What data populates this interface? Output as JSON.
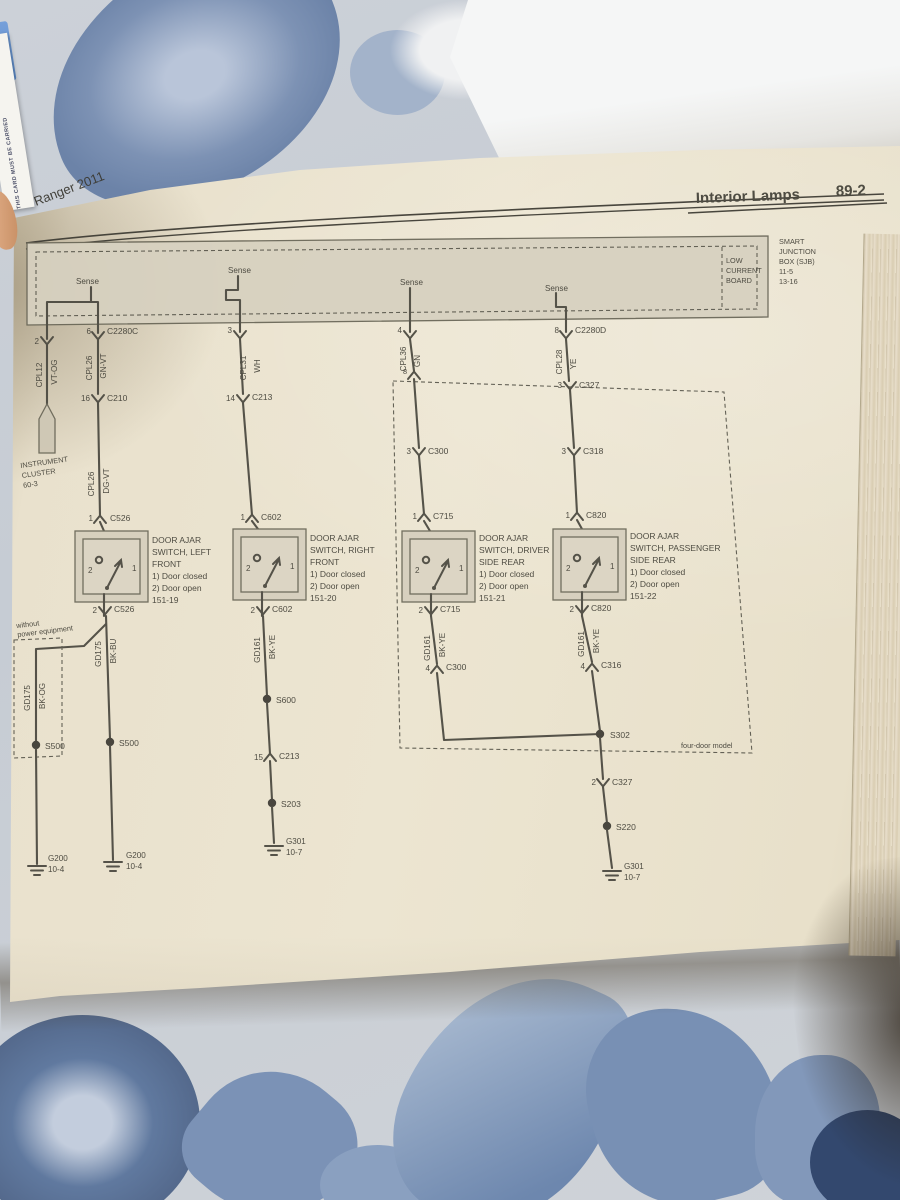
{
  "header": {
    "model": "Ranger 2011",
    "section": "Interior Lamps",
    "page_no": "89-2"
  },
  "side_card": {
    "text": "THIS CARD MUST BE CARRIED"
  },
  "sjb": {
    "outside": [
      "SMART",
      "JUNCTION",
      "BOX (SJB)",
      "11-5",
      "13-16"
    ],
    "board": [
      "LOW",
      "CURRENT",
      "BOARD"
    ],
    "sense": "Sense"
  },
  "notes": {
    "power": [
      "without",
      "power equipment"
    ],
    "four_door": "four-door model"
  },
  "c1": {
    "pin": "2",
    "wire": "CPL12",
    "color": "VT-OG",
    "component": [
      "INSTRUMENT",
      "CLUSTER",
      "60-3"
    ]
  },
  "c2": {
    "pin_out": "6",
    "conn_out": "C2280C",
    "w1": "CPL26",
    "w1c": "GN-VT",
    "p_c210": "16",
    "c210": "C210",
    "w2": "CPL26",
    "w2c": "DG-VT",
    "p_top": "1",
    "conn_top": "C526",
    "switch": [
      "DOOR AJAR",
      "SWITCH, LEFT",
      "FRONT",
      "1) Door closed",
      "2) Door open",
      "151-19"
    ],
    "term2": "2",
    "term1": "1",
    "p_bot": "2",
    "conn_bot": "C526",
    "w3": "GD175",
    "w3c": "BK-BU",
    "splice": "S500",
    "gnd": "G200",
    "gnd_page": "10-4",
    "bw": "GD175",
    "bwc": "BK-OG",
    "bsplice": "S500",
    "bgnd": "G200",
    "bgnd_page": "10-4"
  },
  "c3": {
    "pin_out": "3",
    "w1": "CPL31",
    "w1c": "WH",
    "p_c213": "14",
    "c213": "C213",
    "p_top": "1",
    "conn_top": "C602",
    "switch": [
      "DOOR AJAR",
      "SWITCH, RIGHT",
      "FRONT",
      "1) Door closed",
      "2) Door open",
      "151-20"
    ],
    "term2": "2",
    "term1": "1",
    "p_bot": "2",
    "conn_bot": "C602",
    "w3": "GD161",
    "w3c": "BK-YE",
    "splice1": "S600",
    "p_c213b": "15",
    "c213b": "C213",
    "splice2": "S203",
    "gnd": "G301",
    "gnd_page": "10-7"
  },
  "c4": {
    "pin_out": "4",
    "w1": "CPL36",
    "w1c": "GN",
    "p_cross": "8",
    "p_c300": "3",
    "c300": "C300",
    "p_top": "1",
    "conn_top": "C715",
    "switch": [
      "DOOR AJAR",
      "SWITCH, DRIVER",
      "SIDE REAR",
      "1) Door closed",
      "2) Door open",
      "151-21"
    ],
    "term2": "2",
    "term1": "1",
    "p_bot": "2",
    "conn_bot": "C715",
    "w3": "GD161",
    "w3c": "BK-YE",
    "p_c300b": "4",
    "c300b": "C300"
  },
  "c5": {
    "pin_out": "8",
    "conn_out": "C2280D",
    "w1": "CPL28",
    "w1c": "YE",
    "p_c327": "3",
    "c327": "C327",
    "p_c318": "3",
    "c318": "C318",
    "p_top": "1",
    "conn_top": "C820",
    "switch": [
      "DOOR AJAR",
      "SWITCH, PASSENGER",
      "SIDE REAR",
      "1) Door closed",
      "2) Door open",
      "151-22"
    ],
    "term2": "2",
    "term1": "1",
    "p_bot": "2",
    "conn_bot": "C820",
    "w3": "GD161",
    "w3c": "BK-YE",
    "p_c316": "4",
    "c316": "C316",
    "splice1": "S302",
    "p_c327b": "2",
    "c327b": "C327",
    "splice2": "S220",
    "gnd": "G301",
    "gnd_page": "10-7"
  }
}
